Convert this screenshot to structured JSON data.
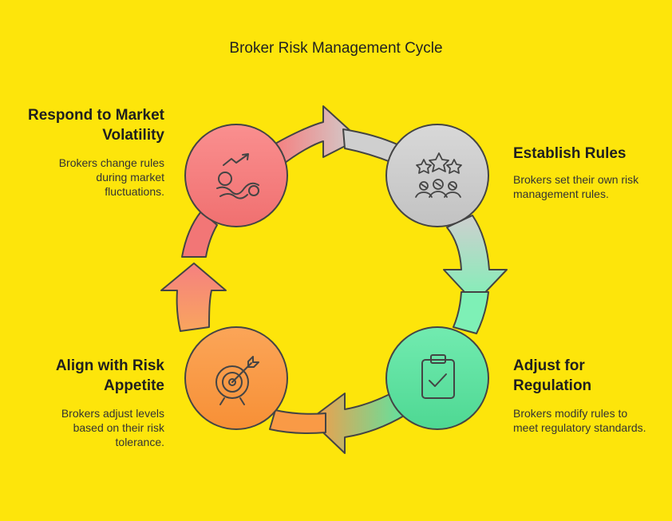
{
  "title": "Broker Risk Management Cycle",
  "steps": [
    {
      "label": "Establish Rules",
      "description": "Brokers set their own risk management rules.",
      "icon": "stars-people-icon",
      "color": "#CFCFCF"
    },
    {
      "label": "Adjust for Regulation",
      "description": "Brokers modify rules to meet regulatory standards.",
      "icon": "clipboard-check-icon",
      "color": "#5FE3A0"
    },
    {
      "label": "Align with Risk Appetite",
      "description": "Brokers adjust levels based on their risk tolerance.",
      "icon": "target-arrow-icon",
      "color": "#F99A46"
    },
    {
      "label": "Respond to Market Volatility",
      "description": "Brokers change rules during market fluctuations.",
      "icon": "trend-chart-icon",
      "color": "#F58080"
    }
  ]
}
